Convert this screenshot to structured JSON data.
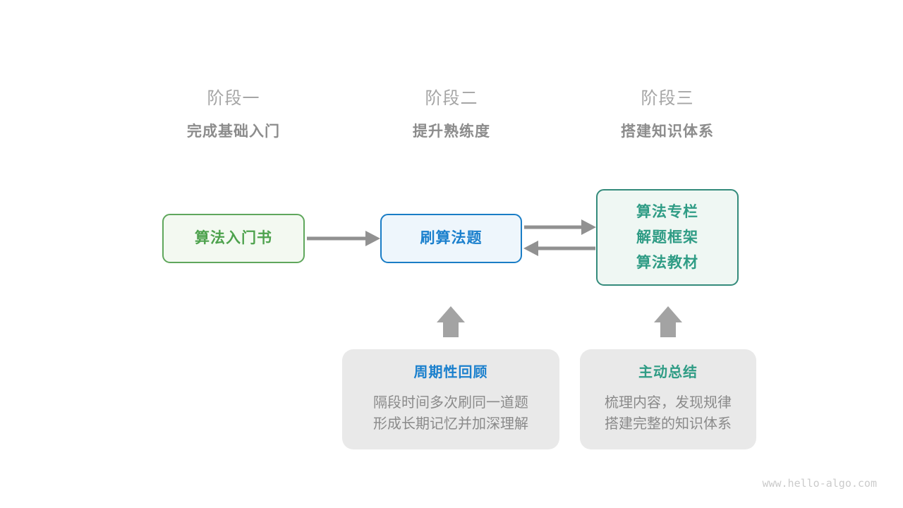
{
  "stages": [
    {
      "label": "阶段一",
      "subtitle": "完成基础入门"
    },
    {
      "label": "阶段二",
      "subtitle": "提升熟练度"
    },
    {
      "label": "阶段三",
      "subtitle": "搭建知识体系"
    }
  ],
  "nodes": [
    {
      "id": "intro-book",
      "lines": [
        "算法入门书"
      ],
      "border_color": "#5fa75c",
      "bg_color": "#f3f9f1",
      "text_color": "#4da24d"
    },
    {
      "id": "practice-problems",
      "lines": [
        "刷算法题"
      ],
      "border_color": "#1a7dc6",
      "bg_color": "#eef6fc",
      "text_color": "#1b80cd"
    },
    {
      "id": "knowledge-resources",
      "lines": [
        "算法专栏",
        "解题框架",
        "算法教材"
      ],
      "border_color": "#348b7b",
      "bg_color": "#eff7f3",
      "text_color": "#2f9c85"
    }
  ],
  "notes": [
    {
      "id": "periodic-review",
      "title": "周期性回顾",
      "title_color": "#1b80cd",
      "body_lines": [
        "隔段时间多次刷同一道题",
        "形成长期记忆并加深理解"
      ]
    },
    {
      "id": "active-summary",
      "title": "主动总结",
      "title_color": "#2f9c85",
      "body_lines": [
        "梳理内容，发现规律",
        "搭建完整的知识体系"
      ]
    }
  ],
  "arrows": {
    "color": "#919191",
    "items": [
      {
        "name": "intro-book-to-practice",
        "direction": "right"
      },
      {
        "name": "practice-to-resources",
        "direction": "right"
      },
      {
        "name": "resources-to-practice",
        "direction": "left"
      },
      {
        "name": "review-up-to-practice",
        "direction": "up"
      },
      {
        "name": "summary-up-to-resources",
        "direction": "up"
      }
    ]
  },
  "colors": {
    "stage_label": "#a5a5a5",
    "stage_subtitle": "#8c8c8c",
    "note_bg": "#e9e9e9",
    "note_body_text": "#8a8a8a",
    "watermark": "#cbcbcb",
    "background": "#ffffff"
  },
  "watermark": "www.hello-algo.com"
}
